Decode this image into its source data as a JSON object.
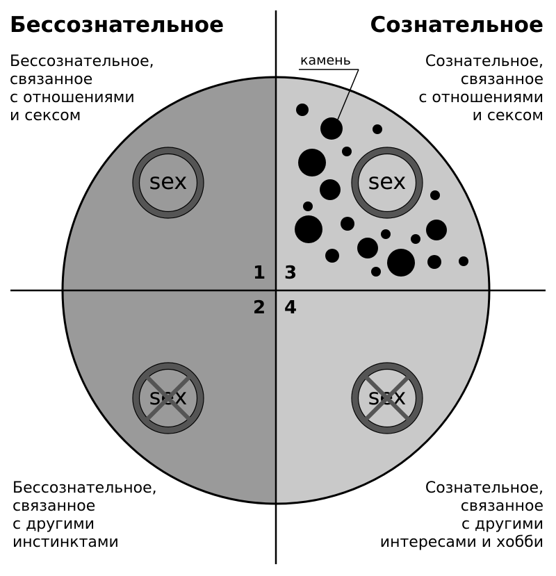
{
  "headers": {
    "left": "Бессознательное",
    "right": "Сознательное"
  },
  "quadrant_labels": {
    "q1": [
      "Бессознательное,",
      "связанное",
      "с отношениями",
      "и сексом"
    ],
    "q3": [
      "Сознательное,",
      "связанное",
      "с отношениями",
      "и сексом"
    ],
    "q2": [
      "Бессознательное,",
      "связанное",
      "с другими",
      "инстинктами"
    ],
    "q4": [
      "Сознательное,",
      "связанное",
      "с другими",
      "интересами и хобби"
    ]
  },
  "quadrant_numbers": {
    "q1": "1",
    "q2": "2",
    "q3": "3",
    "q4": "4"
  },
  "ring_label": "sex",
  "stone_label": "камень",
  "colors": {
    "unconscious": "#9a9a9a",
    "conscious": "#c9c9c9",
    "ring": "#555555"
  }
}
